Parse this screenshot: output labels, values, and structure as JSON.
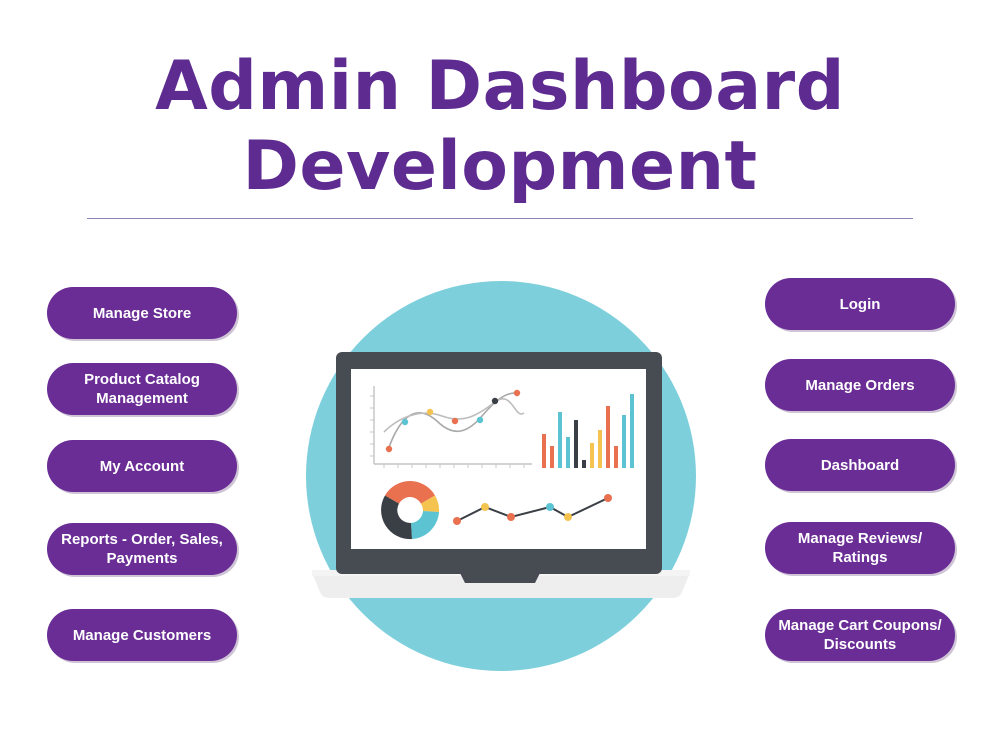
{
  "heading": {
    "line1": "Admin Dashboard",
    "line2": "Development"
  },
  "left_items": [
    {
      "label": "Manage Store"
    },
    {
      "label": "Product Catalog\nManagement"
    },
    {
      "label": "My Account"
    },
    {
      "label": "Reports - Order, Sales,\nPayments"
    },
    {
      "label": "Manage Customers"
    }
  ],
  "right_items": [
    {
      "label": "Login"
    },
    {
      "label": "Manage Orders"
    },
    {
      "label": "Dashboard"
    },
    {
      "label": "Manage Reviews/\nRatings"
    },
    {
      "label": "Manage Cart Coupons/\nDiscounts"
    }
  ],
  "illustration": {
    "icon": "laptop-analytics-illustration",
    "colors": {
      "pill": "#6a2d96",
      "title": "#5e2b91",
      "circle": "#7ecfdc",
      "laptop": "#474c53",
      "orange": "#e9714f",
      "teal": "#5cc3d3",
      "yellow": "#f5c34f",
      "dark": "#3a3f46"
    }
  }
}
